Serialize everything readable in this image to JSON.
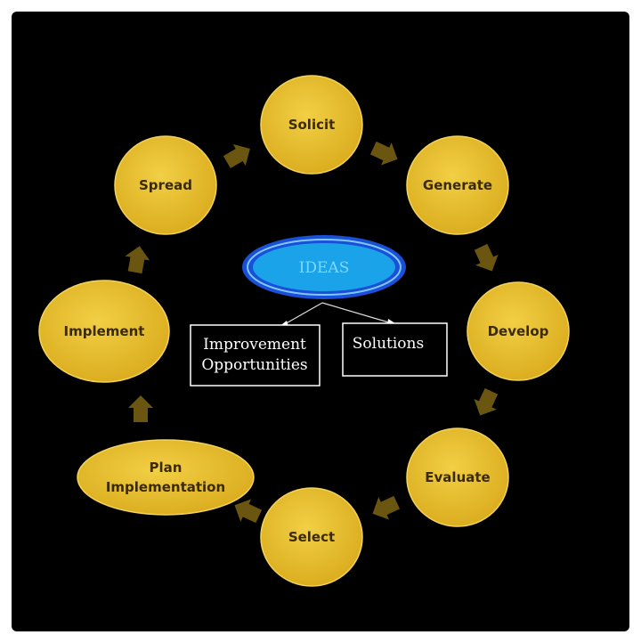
{
  "colors": {
    "background": "#000000",
    "node_fill": "#e6bc2c",
    "node_edge": "#f3d35c",
    "arrow": "#6b5611",
    "center_fill": "#1aa3e8",
    "center_ring": "#1a4fd8",
    "box_border": "#ffffff"
  },
  "center": {
    "label": "IDEAS"
  },
  "boxes": [
    {
      "id": "improvement",
      "lines": [
        "Improvement",
        "Opportunities"
      ]
    },
    {
      "id": "solutions",
      "lines": [
        "Solutions"
      ]
    }
  ],
  "nodes": [
    {
      "id": "solicit",
      "lines": [
        "Solicit"
      ]
    },
    {
      "id": "generate",
      "lines": [
        "Generate"
      ]
    },
    {
      "id": "develop",
      "lines": [
        "Develop"
      ]
    },
    {
      "id": "evaluate",
      "lines": [
        "Evaluate"
      ]
    },
    {
      "id": "select",
      "lines": [
        "Select"
      ]
    },
    {
      "id": "plan-implementation",
      "lines": [
        "Plan",
        "Implementation"
      ]
    },
    {
      "id": "implement",
      "lines": [
        "Implement"
      ]
    },
    {
      "id": "spread",
      "lines": [
        "Spread"
      ]
    }
  ]
}
